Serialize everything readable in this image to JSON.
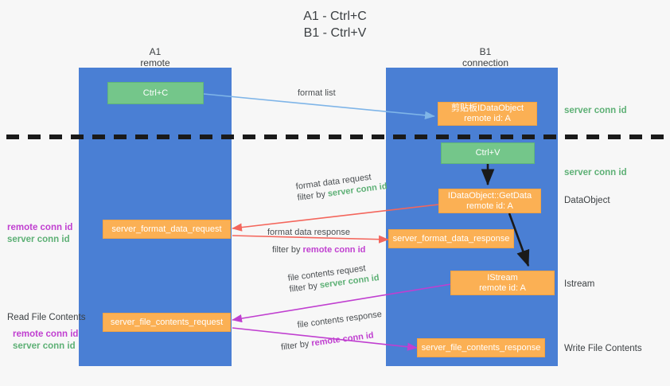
{
  "title": "A1 - Ctrl+C\nB1 - Ctrl+V",
  "colors": {
    "lane": "#4a7fd4",
    "green_box": "#74c68a",
    "orange_box": "#fbb054",
    "green_text": "#5db075",
    "magenta_text": "#c03fd0",
    "arrow_blue": "#7fb5e8",
    "arrow_red": "#f4665c",
    "arrow_magenta": "#c03fd0",
    "arrow_black": "#1a1a1a",
    "divider": "#1a1a1a",
    "background": "#f7f7f7"
  },
  "lanes": [
    {
      "name": "A1",
      "sub": "remote",
      "header": "A1\nremote"
    },
    {
      "name": "B1",
      "sub": "connection",
      "header": "B1\nconnection"
    }
  ],
  "nodes": [
    {
      "id": "ctrl-c",
      "label": "Ctrl+C",
      "color": "green"
    },
    {
      "id": "clipboard-idataobject",
      "label": "剪贴板IDataObject\nremote id: A",
      "color": "orange"
    },
    {
      "id": "ctrl-v",
      "label": "Ctrl+V",
      "color": "green"
    },
    {
      "id": "idataobject-getdata",
      "label": "IDataObject::GetData\nremote id: A",
      "color": "orange"
    },
    {
      "id": "server-format-data-request",
      "label": "server_format_data_request",
      "color": "orange"
    },
    {
      "id": "server-format-data-response",
      "label": "server_format_data_response",
      "color": "orange"
    },
    {
      "id": "istream",
      "label": "IStream\nremote id: A",
      "color": "orange"
    },
    {
      "id": "server-file-contents-request",
      "label": "server_file_contents_request",
      "color": "orange"
    },
    {
      "id": "server-file-contents-response",
      "label": "server_file_contents_response",
      "color": "orange"
    }
  ],
  "edge_labels": {
    "format_list": "format list",
    "format_data_request": "format data request",
    "format_data_request_filter_prefix": "filter by ",
    "format_data_request_filter_key": "server conn id",
    "format_data_response": "format data response",
    "format_data_response_filter_prefix": "filter by ",
    "format_data_response_filter_key": "remote conn id",
    "file_contents_request": "file contents request",
    "file_contents_request_filter_prefix": "filter by ",
    "file_contents_request_filter_key": "server conn id",
    "file_contents_response": "file contents response",
    "file_contents_response_filter_prefix": "filter by ",
    "file_contents_response_filter_key": "remote conn id"
  },
  "right_labels": [
    {
      "id": "server-conn-id-top",
      "text": "server conn id",
      "style": "green"
    },
    {
      "id": "server-conn-id-second",
      "text": "server conn id",
      "style": "green"
    },
    {
      "id": "dataobject",
      "text": "DataObject",
      "style": "plain"
    },
    {
      "id": "istream-label",
      "text": "Istream",
      "style": "plain"
    },
    {
      "id": "write-file-contents",
      "text": "Write File Contents",
      "style": "plain"
    }
  ],
  "left_labels": [
    {
      "id": "remote-conn-id-upper",
      "text": "remote conn id",
      "style": "magenta"
    },
    {
      "id": "server-conn-id-upper",
      "text": "server conn id",
      "style": "green"
    },
    {
      "id": "read-file-contents",
      "text": "Read File Contents",
      "style": "plain"
    },
    {
      "id": "remote-conn-id-lower",
      "text": "remote conn id",
      "style": "magenta"
    },
    {
      "id": "server-conn-id-lower",
      "text": "server conn id",
      "style": "green"
    }
  ]
}
